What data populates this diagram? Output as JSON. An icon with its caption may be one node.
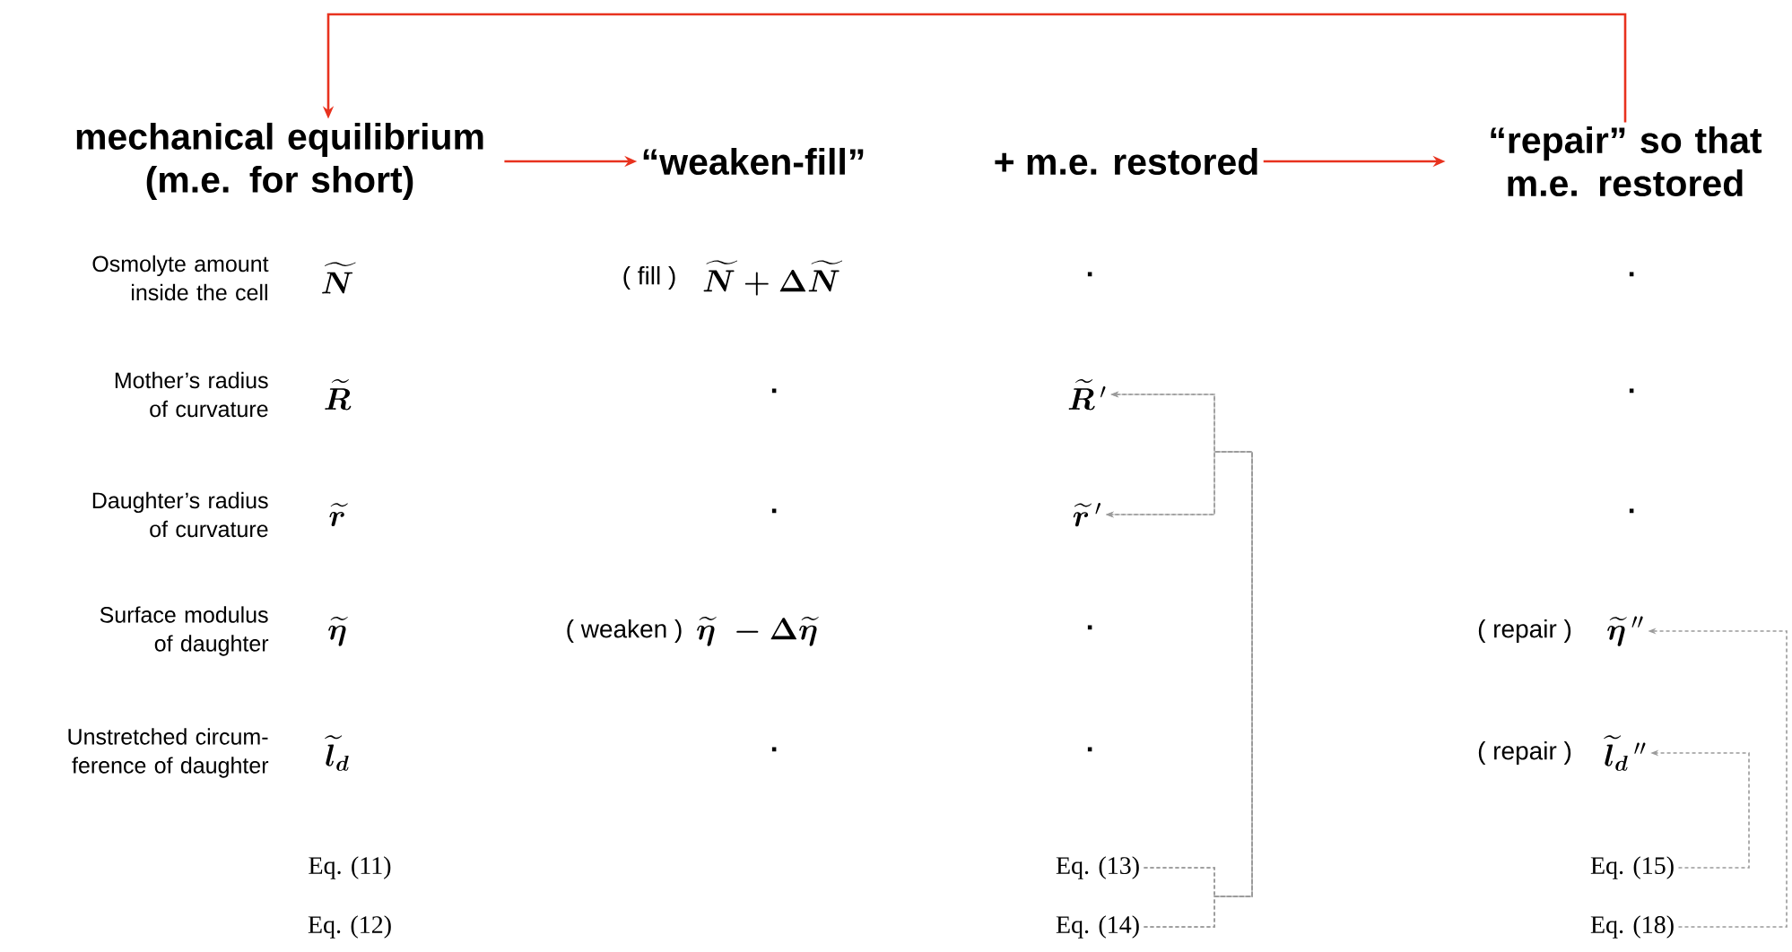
{
  "diagram": {
    "nodes": [
      {
        "text": [
          "mechanical equilibrium (m.e. for short)"
        ]
      },
      {
        "text": [
          "“weaken-fill”"
        ]
      },
      {
        "text": [
          "+ m.e. restored"
        ]
      },
      {
        "text": [
          "“repair” so that m.e. restored"
        ]
      },
      {
        "text": [
          "\\boldsymbol{\\widetilde{R}}\\,'"
        ]
      },
      {
        "text": [
          "\\boldsymbol{\\widetilde{r}}\\,'"
        ]
      },
      {
        "text": [
          "\\boldsymbol{\\widetilde{\\eta}}\\,''"
        ]
      },
      {
        "text": [
          "\\boldsymbol{\\widetilde{l}_{d}}\\,''"
        ]
      },
      {
        "text": [
          "Eq. (13)"
        ]
      },
      {
        "text": [
          "Eq. (14)"
        ]
      },
      {
        "text": [
          "Eq. (15)"
        ]
      },
      {
        "text": [
          "Eq. (18)"
        ]
      }
    ],
    "edges": [
      {
        "from": 0,
        "to": 1,
        "arrow": "to",
        "color": "#e8321e"
      },
      {
        "from": 2,
        "to": 3,
        "arrow": "to",
        "color": "#e8321e"
      },
      {
        "from": 3,
        "to": 0,
        "arrow": "to",
        "color": "#e8321e"
      },
      {
        "from": 8,
        "to": 4,
        "arrow": "to",
        "style": "dashed",
        "color": "#9a9a9a"
      },
      {
        "from": 8,
        "to": 5,
        "arrow": "to",
        "style": "dashed",
        "color": "#9a9a9a"
      },
      {
        "from": 9,
        "to": 4,
        "arrow": "to",
        "style": "dashed",
        "color": "#9a9a9a"
      },
      {
        "from": 9,
        "to": 5,
        "arrow": "to",
        "style": "dashed",
        "color": "#9a9a9a"
      },
      {
        "from": 10,
        "to": 7,
        "arrow": "to",
        "style": "dashed",
        "color": "#9a9a9a"
      },
      {
        "from": 11,
        "to": 6,
        "arrow": "to",
        "style": "dashed",
        "color": "#9a9a9a"
      }
    ],
    "labels": [
      "Osmolyte amount inside the cell",
      "\\boldsymbol{\\widetilde{N}}",
      "( fill )",
      "\\boldsymbol{\\widetilde{N}+\\Delta\\widetilde{N}}",
      "·",
      "·",
      "Mother’s radius of curvature",
      "\\boldsymbol{\\widetilde{R}}",
      "·",
      "·",
      "Daughter’s radius of curvature",
      "\\boldsymbol{\\widetilde{r}}",
      "·",
      "·",
      "Surface modulus of daughter",
      "\\boldsymbol{\\widetilde{\\eta}}",
      "( weaken )",
      "\\boldsymbol{\\widetilde{\\eta}\\;-\\Delta\\widetilde{\\eta}}",
      "·",
      "( repair )",
      "Unstretched circum- ference of daughter",
      "\\boldsymbol{\\widetilde{l}_{d}}",
      "·",
      "·",
      "( repair )",
      "Eq. (11)",
      "Eq. (12)"
    ]
  }
}
